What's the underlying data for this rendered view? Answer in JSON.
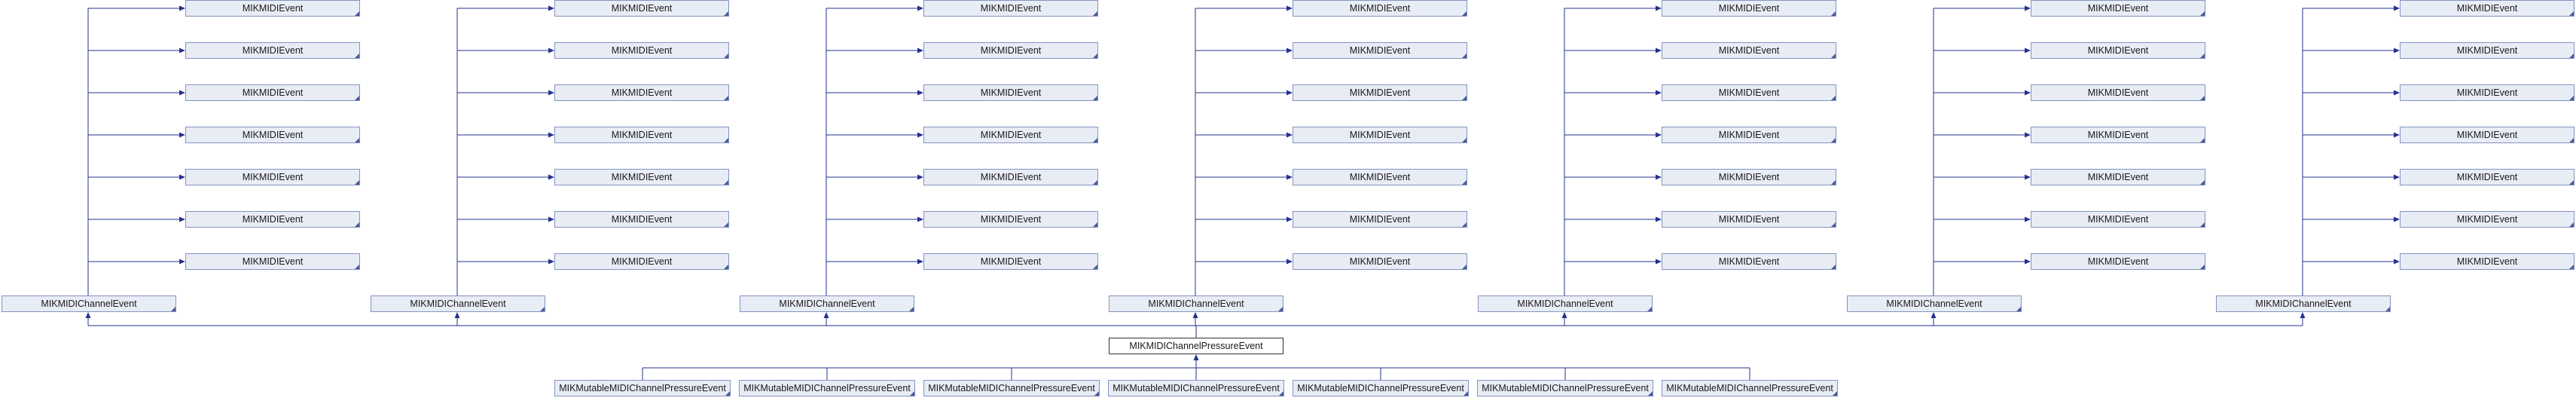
{
  "diagram": {
    "focus_class": "MIKMIDIChannelPressureEvent",
    "base_classes": [
      {
        "label": "MIKMIDIChannelEvent",
        "ancestors": [
          "MIKMIDIEvent",
          "MIKMIDIEvent",
          "MIKMIDIEvent",
          "MIKMIDIEvent",
          "MIKMIDIEvent",
          "MIKMIDIEvent",
          "MIKMIDIEvent"
        ]
      },
      {
        "label": "MIKMIDIChannelEvent",
        "ancestors": [
          "MIKMIDIEvent",
          "MIKMIDIEvent",
          "MIKMIDIEvent",
          "MIKMIDIEvent",
          "MIKMIDIEvent",
          "MIKMIDIEvent",
          "MIKMIDIEvent"
        ]
      },
      {
        "label": "MIKMIDIChannelEvent",
        "ancestors": [
          "MIKMIDIEvent",
          "MIKMIDIEvent",
          "MIKMIDIEvent",
          "MIKMIDIEvent",
          "MIKMIDIEvent",
          "MIKMIDIEvent",
          "MIKMIDIEvent"
        ]
      },
      {
        "label": "MIKMIDIChannelEvent",
        "ancestors": [
          "MIKMIDIEvent",
          "MIKMIDIEvent",
          "MIKMIDIEvent",
          "MIKMIDIEvent",
          "MIKMIDIEvent",
          "MIKMIDIEvent",
          "MIKMIDIEvent"
        ]
      },
      {
        "label": "MIKMIDIChannelEvent",
        "ancestors": [
          "MIKMIDIEvent",
          "MIKMIDIEvent",
          "MIKMIDIEvent",
          "MIKMIDIEvent",
          "MIKMIDIEvent",
          "MIKMIDIEvent",
          "MIKMIDIEvent"
        ]
      },
      {
        "label": "MIKMIDIChannelEvent",
        "ancestors": [
          "MIKMIDIEvent",
          "MIKMIDIEvent",
          "MIKMIDIEvent",
          "MIKMIDIEvent",
          "MIKMIDIEvent",
          "MIKMIDIEvent",
          "MIKMIDIEvent"
        ]
      },
      {
        "label": "MIKMIDIChannelEvent",
        "ancestors": [
          "MIKMIDIEvent",
          "MIKMIDIEvent",
          "MIKMIDIEvent",
          "MIKMIDIEvent",
          "MIKMIDIEvent",
          "MIKMIDIEvent",
          "MIKMIDIEvent"
        ]
      }
    ],
    "subclasses": [
      "MIKMutableMIDIChannelPressureEvent",
      "MIKMutableMIDIChannelPressureEvent",
      "MIKMutableMIDIChannelPressureEvent",
      "MIKMutableMIDIChannelPressureEvent",
      "MIKMutableMIDIChannelPressureEvent",
      "MIKMutableMIDIChannelPressureEvent",
      "MIKMutableMIDIChannelPressureEvent"
    ],
    "colors": {
      "edge": "#25318f",
      "node_fill": "#e8ecf5",
      "node_border": "#8394c0",
      "focus_fill": "#ffffff",
      "focus_border": "#333333"
    }
  }
}
